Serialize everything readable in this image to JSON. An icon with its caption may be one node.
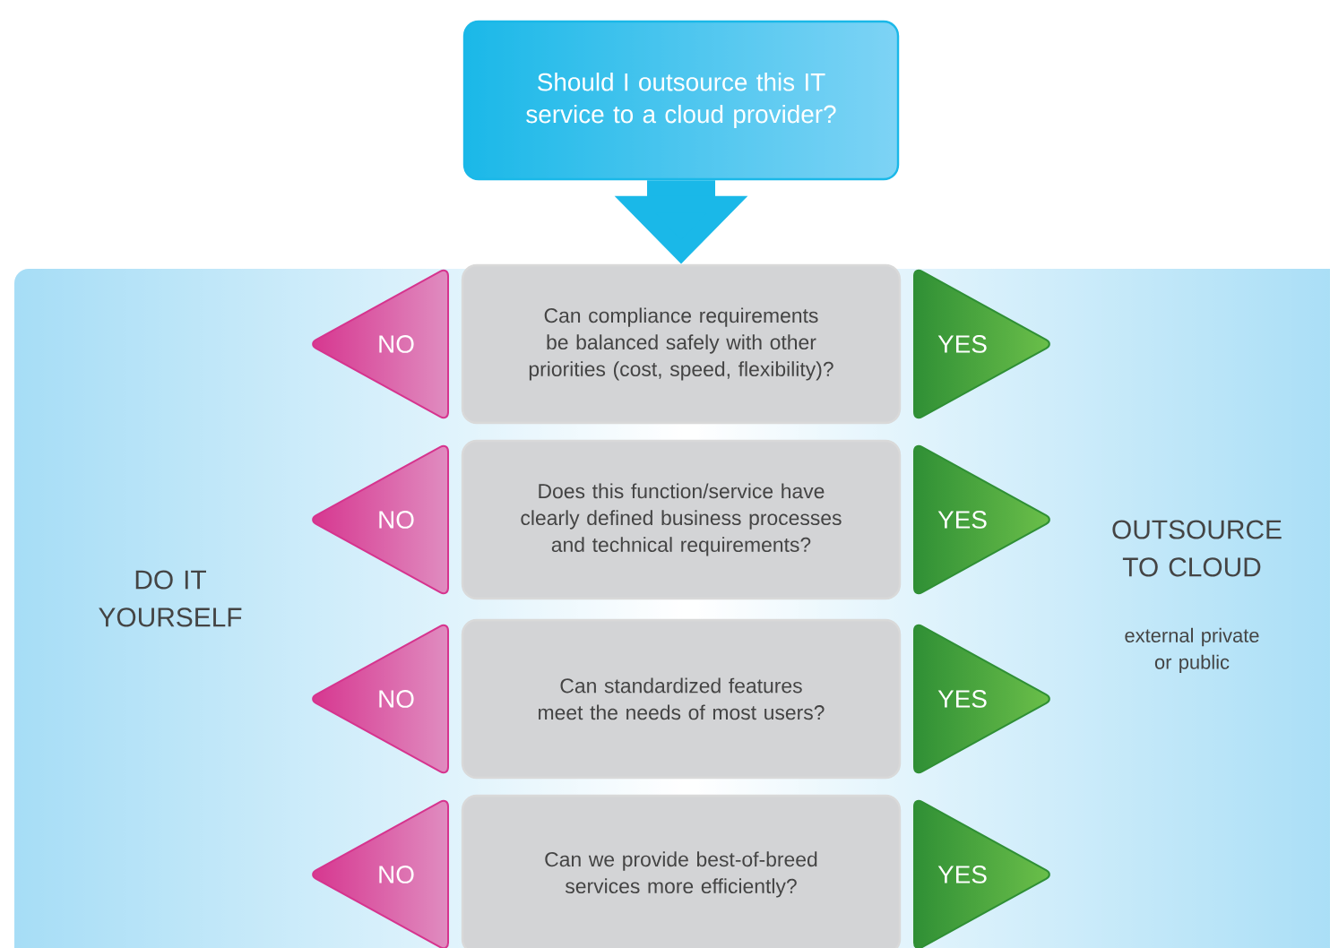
{
  "diagram": {
    "nodes": [
      {
        "text": [
          "Should I outsource this IT service to a cloud provider?"
        ]
      },
      {
        "text": [
          "NO"
        ]
      },
      {
        "text": [
          "Can compliance requirements be balanced safely with other priorities (cost, speed, flexibility)?"
        ]
      },
      {
        "text": [
          "YES"
        ]
      },
      {
        "text": [
          "NO"
        ]
      },
      {
        "text": [
          "Does this function/service have clearly defined business processes and technical requirements?"
        ]
      },
      {
        "text": [
          "YES"
        ]
      },
      {
        "text": [
          "NO"
        ]
      },
      {
        "text": [
          "Can standardized features meet the needs of most users?"
        ]
      },
      {
        "text": [
          "YES"
        ]
      },
      {
        "text": [
          "NO"
        ]
      },
      {
        "text": [
          "Can we provide best-of-breed services more efficiently?"
        ]
      },
      {
        "text": [
          "YES"
        ]
      }
    ],
    "edges": [
      {
        "from": 0,
        "to": 2,
        "arrow": "to"
      }
    ],
    "labels": [
      "DO IT YOURSELF",
      "OUTSOURCE TO CLOUD",
      "external private or public"
    ]
  }
}
